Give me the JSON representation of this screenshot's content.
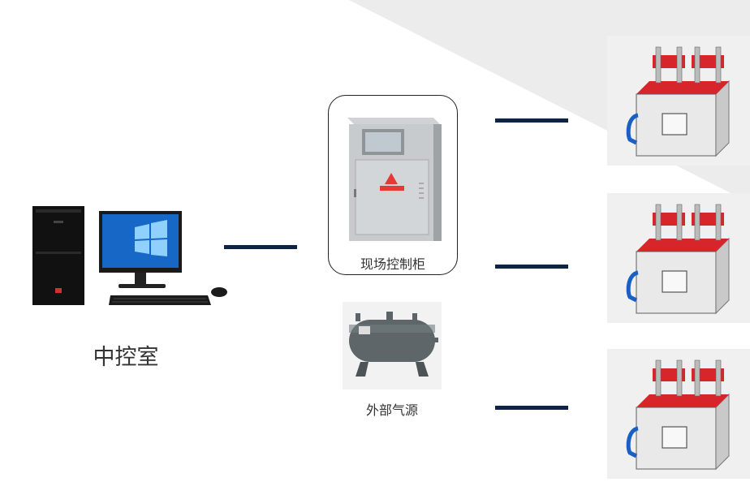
{
  "labels": {
    "control_room": "中控室",
    "field_cabinet": "现场控制柜",
    "air_source": "外部气源"
  },
  "icons": {
    "computer": "desktop-computer-icon",
    "cabinet": "electrical-cabinet-icon",
    "air_tank": "air-tank-icon",
    "device": "clamp-device-icon"
  },
  "colors": {
    "connector": "#0d2347",
    "clamp_red": "#d6262b",
    "background_wedge": "#ececec"
  }
}
